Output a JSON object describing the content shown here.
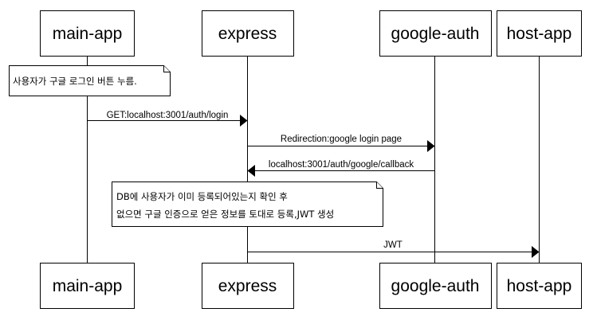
{
  "participants": [
    {
      "id": "main",
      "label": "main-app"
    },
    {
      "id": "express",
      "label": "express"
    },
    {
      "id": "google",
      "label": "google-auth"
    },
    {
      "id": "host",
      "label": "host-app"
    }
  ],
  "notes": [
    {
      "lines": [
        "사용자가 구글 로그인 버튼 누름."
      ]
    },
    {
      "lines": [
        "DB에 사용자가 이미 등록되어있는지 확인 후",
        "없으면 구글 인증으로 얻은 정보를 토대로 등록,JWT 생성"
      ]
    }
  ],
  "messages": [
    {
      "from": "main",
      "to": "express",
      "label": "GET:localhost:3001/auth/login"
    },
    {
      "from": "express",
      "to": "google",
      "label": "Redirection:google login page"
    },
    {
      "from": "google",
      "to": "express",
      "label": "localhost:3001/auth/google/callback"
    },
    {
      "from": "express",
      "to": "host",
      "label": "JWT"
    }
  ]
}
